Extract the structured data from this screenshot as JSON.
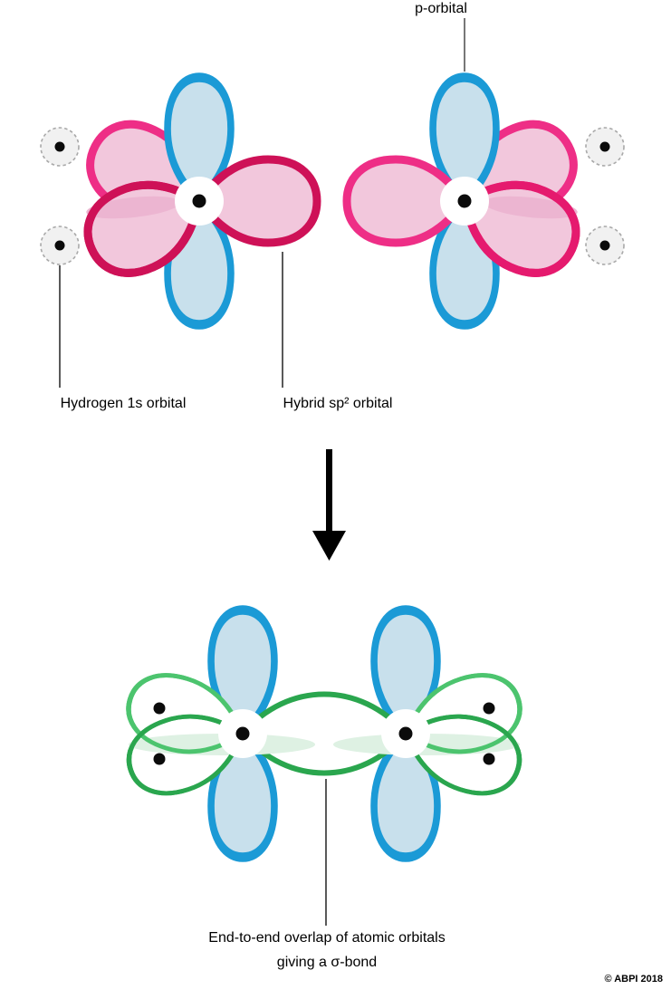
{
  "labels": {
    "p_orbital": "p-orbital",
    "hydrogen_1s": "Hydrogen 1s orbital",
    "hybrid_sp2": "Hybrid sp² orbital",
    "caption_line1": "End-to-end overlap of atomic orbitals",
    "caption_line2": "giving a σ-bond",
    "copyright": "© ABPI 2018"
  },
  "colors": {
    "blue": "#1b9ad6",
    "blue_fill": "#c8e0ec",
    "pink_bright": "#ee2e86",
    "pink_mid": "#e51a6e",
    "pink_deep": "#ce1157",
    "pink_fill": "#f2c7dc",
    "pink_band": "#ecb5d1",
    "green_dark": "#2aa64e",
    "green_light": "#4cc46e",
    "green_band": "#def1e3",
    "gray_fill": "#f1f1f1",
    "gray_stroke": "#a9a9a9",
    "arrow": "#000000"
  }
}
